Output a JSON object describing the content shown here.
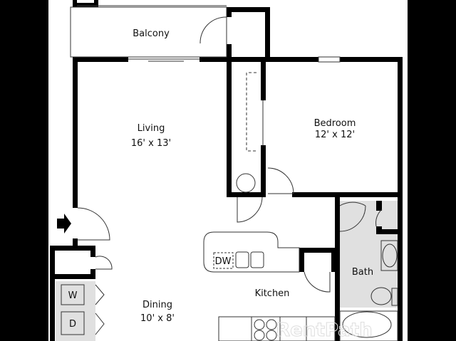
{
  "rooms": {
    "balcony": {
      "name": "Balcony"
    },
    "living": {
      "name": "Living",
      "size": "16' x 13'"
    },
    "bedroom": {
      "name": "Bedroom",
      "size": "12' x 12'"
    },
    "kitchen": {
      "name": "Kitchen"
    },
    "dining": {
      "name": "Dining",
      "size": "10' x 8'"
    },
    "bath": {
      "name": "Bath"
    }
  },
  "appliances": {
    "dishwasher": "DW",
    "washer": "W",
    "dryer": "D"
  },
  "watermark": "RentPath",
  "colors": {
    "wall": "#000000",
    "floor": "#ffffff",
    "wet_area": "#e0e0e0"
  }
}
